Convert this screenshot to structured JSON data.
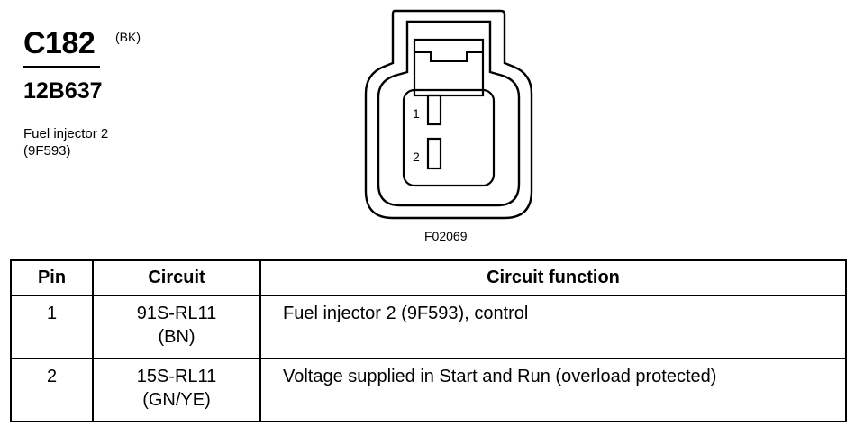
{
  "connector": {
    "id": "C182",
    "color": "(BK)",
    "part_number": "12B637",
    "description_line1": "Fuel injector 2",
    "description_line2": "(9F593)"
  },
  "diagram": {
    "pin_labels": [
      "1",
      "2"
    ],
    "figure_id": "F02069"
  },
  "table": {
    "headers": [
      "Pin",
      "Circuit",
      "Circuit function"
    ],
    "rows": [
      {
        "pin": "1",
        "circuit": "91S-RL11",
        "circuit_color": "(BN)",
        "function": "Fuel injector 2 (9F593), control"
      },
      {
        "pin": "2",
        "circuit": "15S-RL11",
        "circuit_color": "(GN/YE)",
        "function": "Voltage supplied in Start and Run (overload protected)"
      }
    ]
  }
}
